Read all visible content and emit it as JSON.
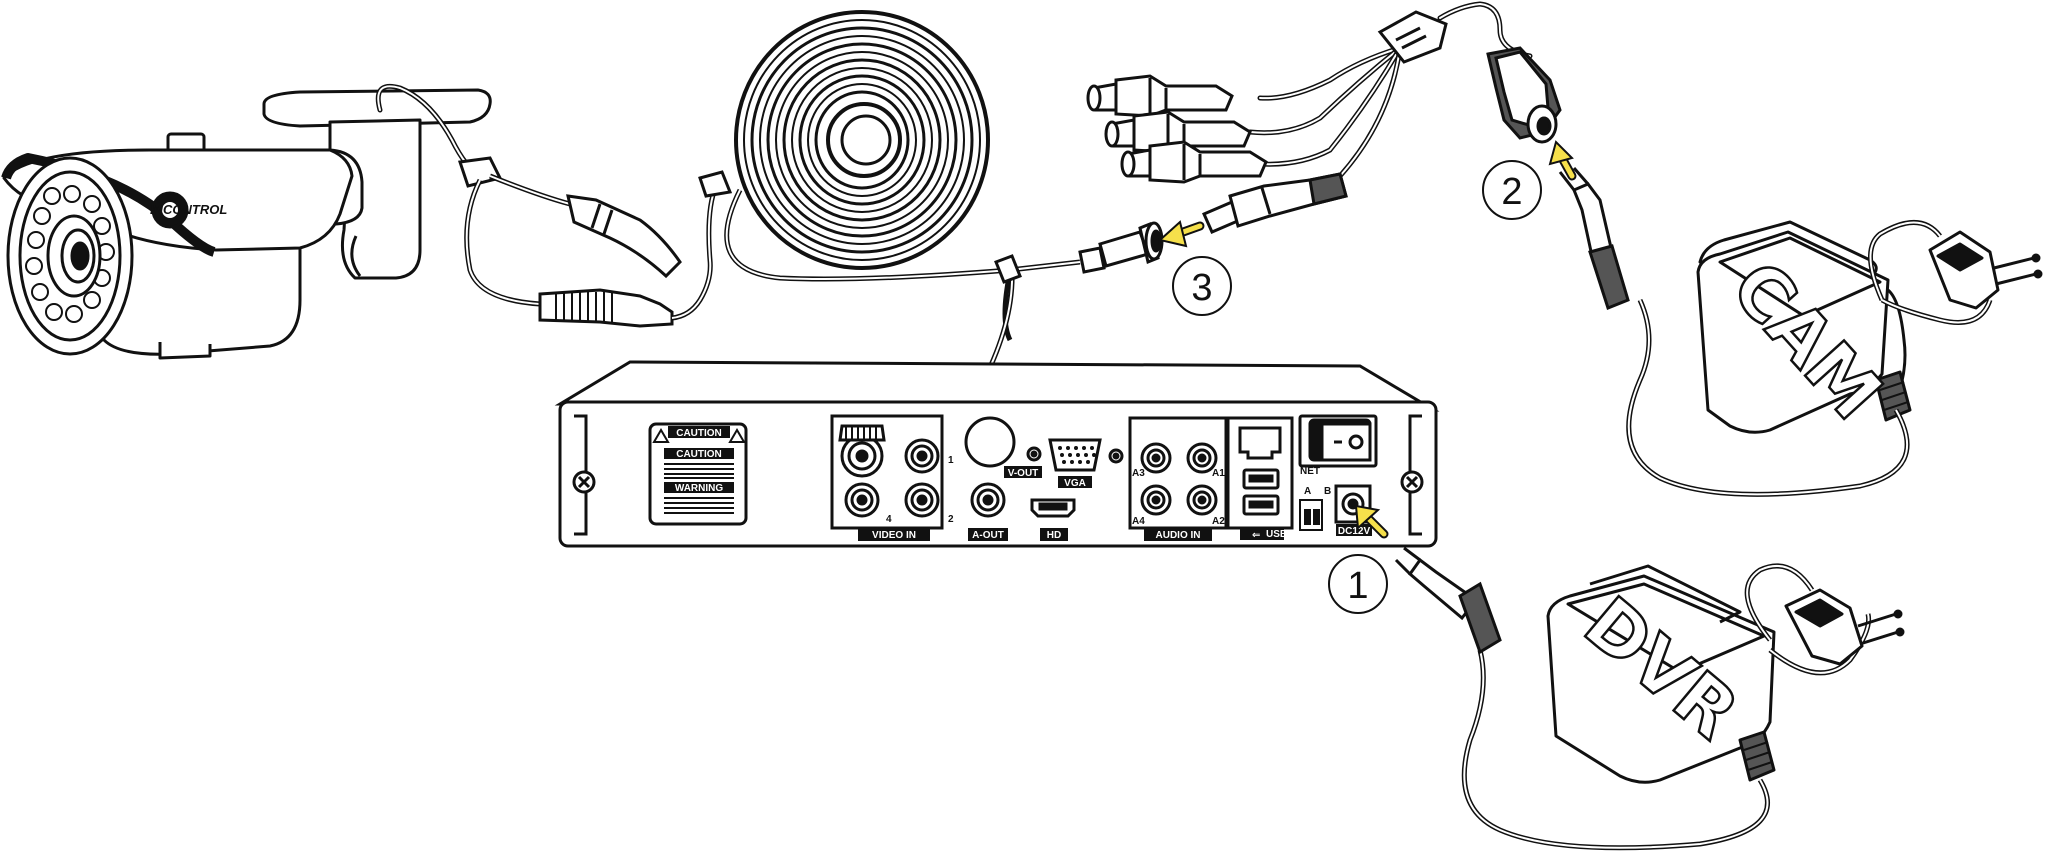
{
  "camera": {
    "brand": "INCONTROL"
  },
  "dvr_panel": {
    "caution_1": "CAUTION",
    "caution_2": "CAUTION",
    "warning": "WARNING",
    "video_in": "VIDEO IN",
    "channel_1": "1",
    "channel_2": "2",
    "channel_4": "4",
    "v_out": "V-OUT",
    "vga": "VGA",
    "a_out": "A-OUT",
    "hd": "HD",
    "audio_in": "AUDIO IN",
    "a1": "A1",
    "a2": "A2",
    "a3": "A3",
    "a4": "A4",
    "net": "NET",
    "usb": "USB",
    "rs485_a": "A",
    "rs485_b": "B",
    "dc12v": "DC12V"
  },
  "adapters": {
    "cam": "CAM",
    "dvr": "DVR"
  },
  "steps": {
    "one": "1",
    "two": "2",
    "three": "3"
  },
  "colors": {
    "line": "#111111",
    "arrow": "#f6e04b",
    "label_bg": "#111111"
  }
}
